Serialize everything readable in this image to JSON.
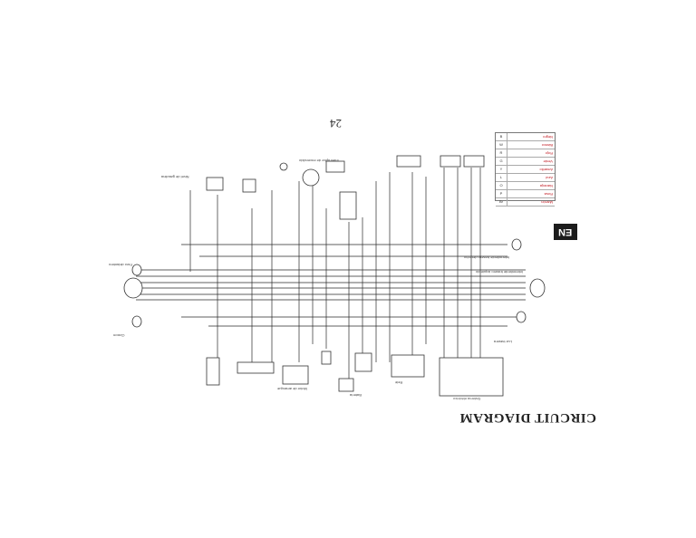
{
  "page": {
    "number": "24",
    "lang_tab": "EN"
  },
  "diagram": {
    "title": "CIRCUIT DIAGRAM",
    "subtitle": "Sistema eléctrico",
    "legend": [
      {
        "code": "B",
        "text": "Negro"
      },
      {
        "code": "W",
        "text": "Blanco"
      },
      {
        "code": "R",
        "text": "Rojo"
      },
      {
        "code": "G",
        "text": "Verde"
      },
      {
        "code": "Y",
        "text": "Amarillo"
      },
      {
        "code": "L",
        "text": "Azul"
      },
      {
        "code": "O",
        "text": "Naranja"
      },
      {
        "code": "P",
        "text": "Rosa"
      },
      {
        "code": "Br",
        "text": "Marrón"
      }
    ],
    "labels": {
      "fuel": "Nivel de gasolina",
      "ignition": "Interruptor de encendido",
      "turn_right": "Intermitente trasero derecho",
      "turn_left": "Intermitente trasero izquierdo",
      "headlight": "Faro delantero",
      "battery": "Batería",
      "starter": "Motor de arranque",
      "rear_light": "Luz trasera",
      "relay": "Relé",
      "horn": "Claxon"
    }
  },
  "colors": {
    "ink": "#2a2a2a",
    "legend_text": "#c0141c",
    "tab_bg": "#1c1c1c"
  }
}
